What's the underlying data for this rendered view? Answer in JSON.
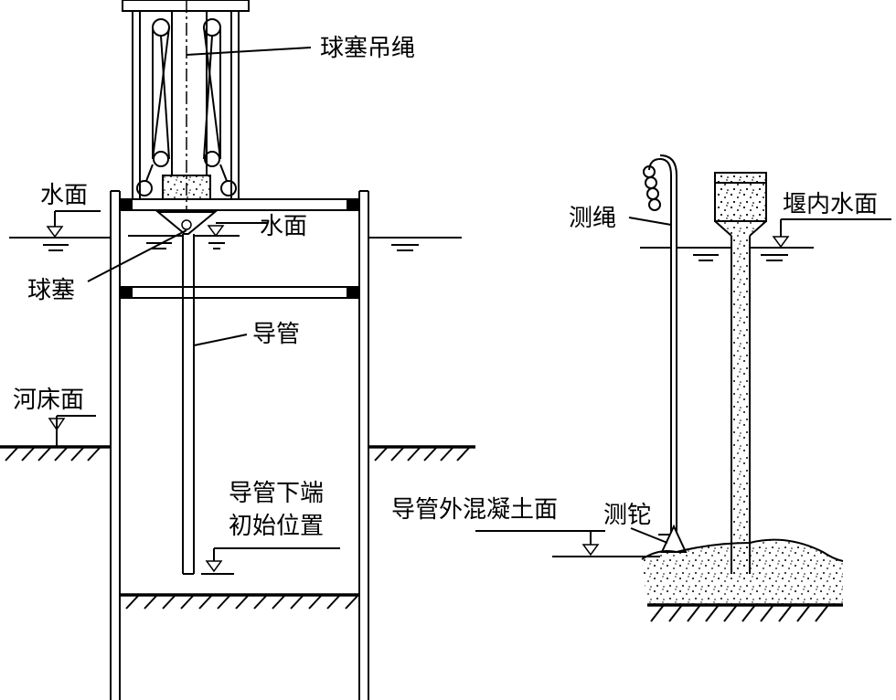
{
  "labels": {
    "ball_plug_rope": "球塞吊绳",
    "water_surface_left": "水面",
    "water_surface_inner": "水面",
    "ball_plug": "球塞",
    "tremie_pipe": "导管",
    "riverbed_surface": "河床面",
    "pipe_bottom_line1": "导管下端",
    "pipe_bottom_line2": "初始位置",
    "sounding_rope": "测绳",
    "cofferdam_water_surface": "堰内水面",
    "concrete_surface_outside": "导管外混凝土面",
    "sounding_weight": "测铊"
  },
  "colors": {
    "ink": "#000000",
    "paper": "#ffffff"
  }
}
